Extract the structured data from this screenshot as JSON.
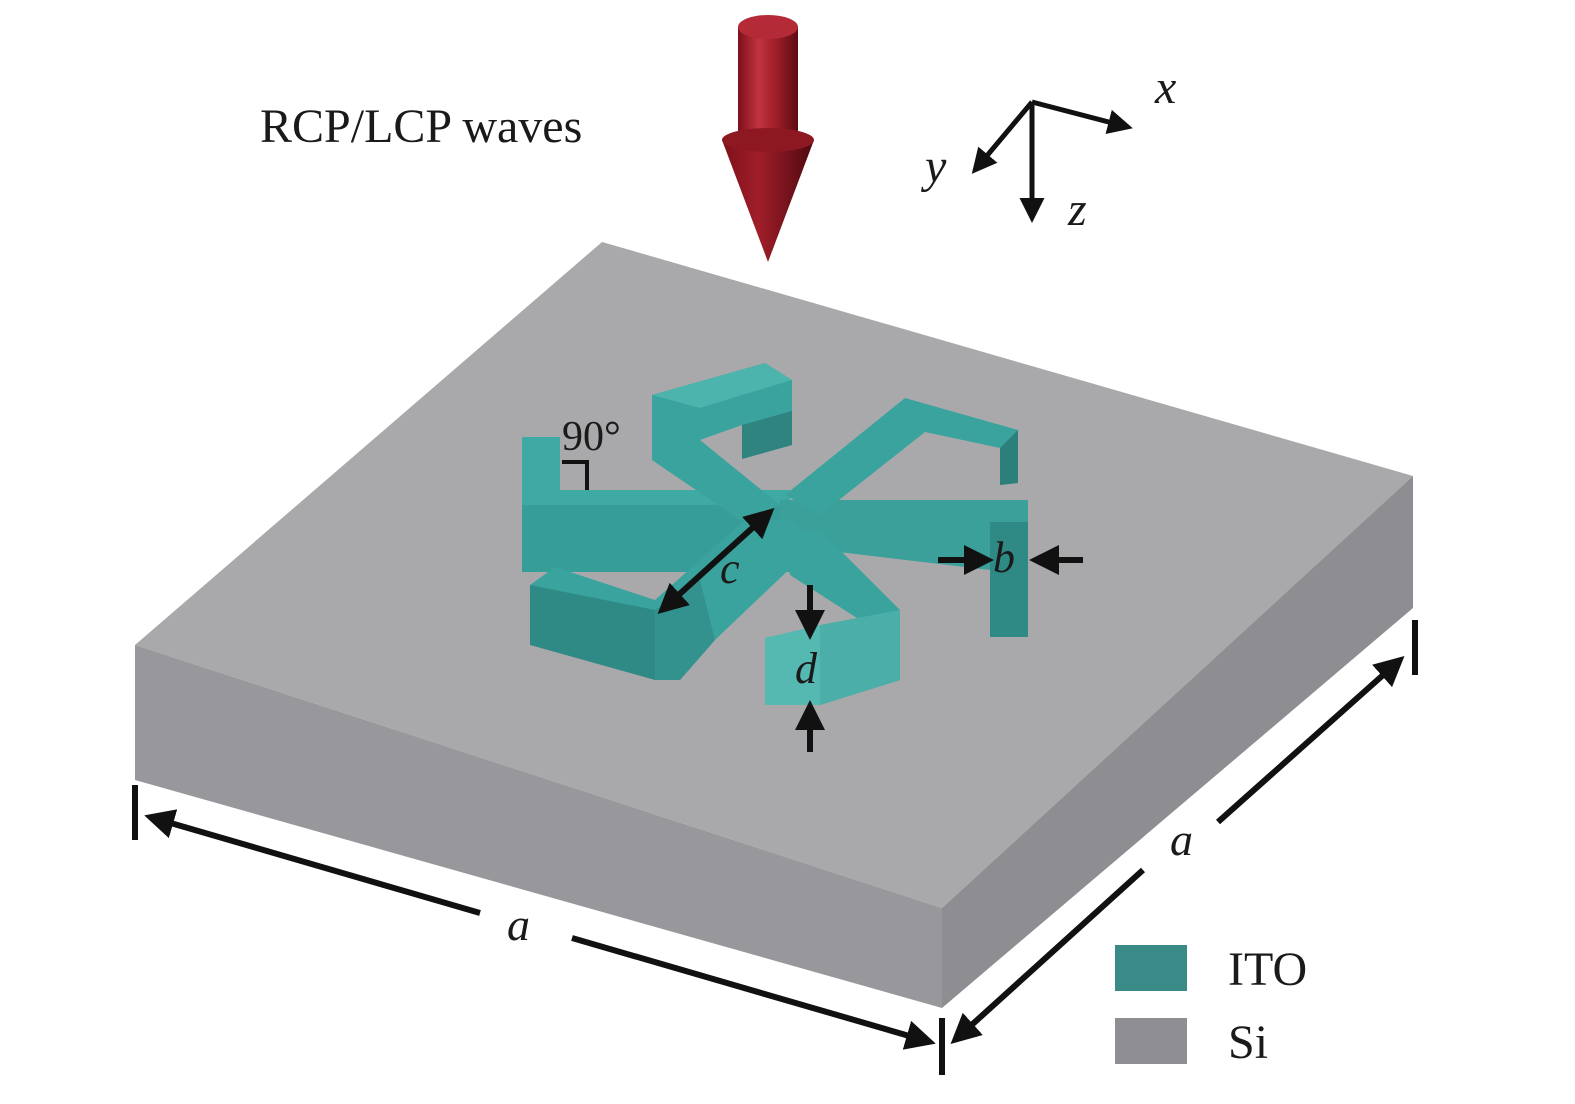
{
  "title": "RCP/LCP waves",
  "axes": {
    "x": "x",
    "y": "y",
    "z": "z"
  },
  "dimensions": {
    "a_bottom": "a",
    "a_right": "a",
    "b": "b",
    "c": "c",
    "d": "d",
    "angle": "90°"
  },
  "legend": [
    {
      "label": "ITO",
      "color": "#3a8a87"
    },
    {
      "label": "Si",
      "color": "#8e8e93"
    }
  ],
  "colors": {
    "ito_top": "#3fa9a4",
    "ito_side": "#2f8480",
    "ito_light": "#52b8b1",
    "si_top": "#a9a9ab",
    "si_front": "#98989c",
    "si_side": "#8e8e92",
    "arrow_red": "#a3202b"
  }
}
